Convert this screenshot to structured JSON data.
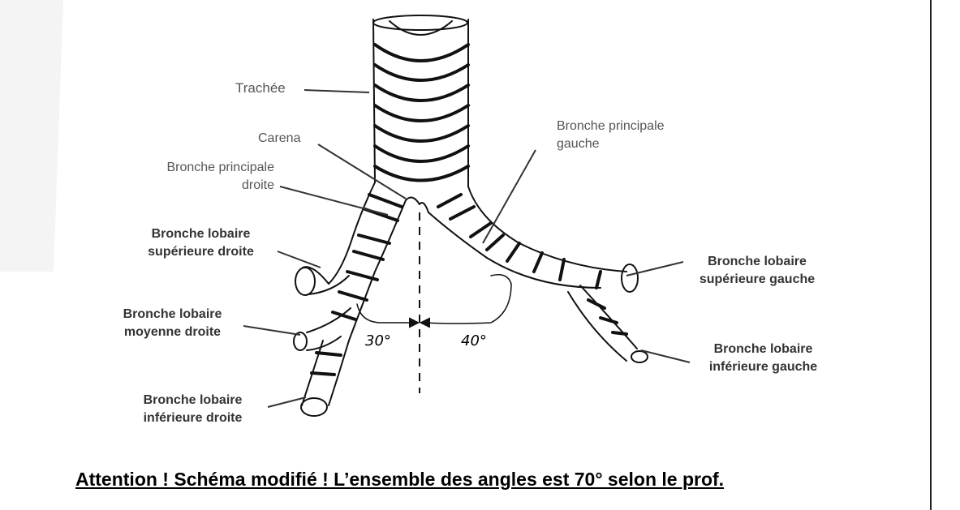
{
  "labels": {
    "trachee": "Trachée",
    "carena": "Carena",
    "bp_droite": [
      "Bronche principale",
      "droite"
    ],
    "bp_gauche": [
      "Bronche principale",
      "gauche"
    ],
    "bl_sup_droite": [
      "Bronche lobaire",
      "supérieure droite"
    ],
    "bl_moy_droite": [
      "Bronche lobaire",
      "moyenne droite"
    ],
    "bl_inf_droite": [
      "Bronche lobaire",
      "inférieure droite"
    ],
    "bl_sup_gauche": [
      "Bronche lobaire",
      "supérieure gauche"
    ],
    "bl_inf_gauche": [
      "Bronche lobaire",
      "inférieure gauche"
    ]
  },
  "angles": {
    "right": "30°",
    "left": "40°"
  },
  "footer": "Attention ! Schéma modifié ! L’ensemble des angles est 70° selon le prof.",
  "colors": {
    "ink": "#111111",
    "label": "#555555",
    "watermark": "#f3f3f3"
  }
}
